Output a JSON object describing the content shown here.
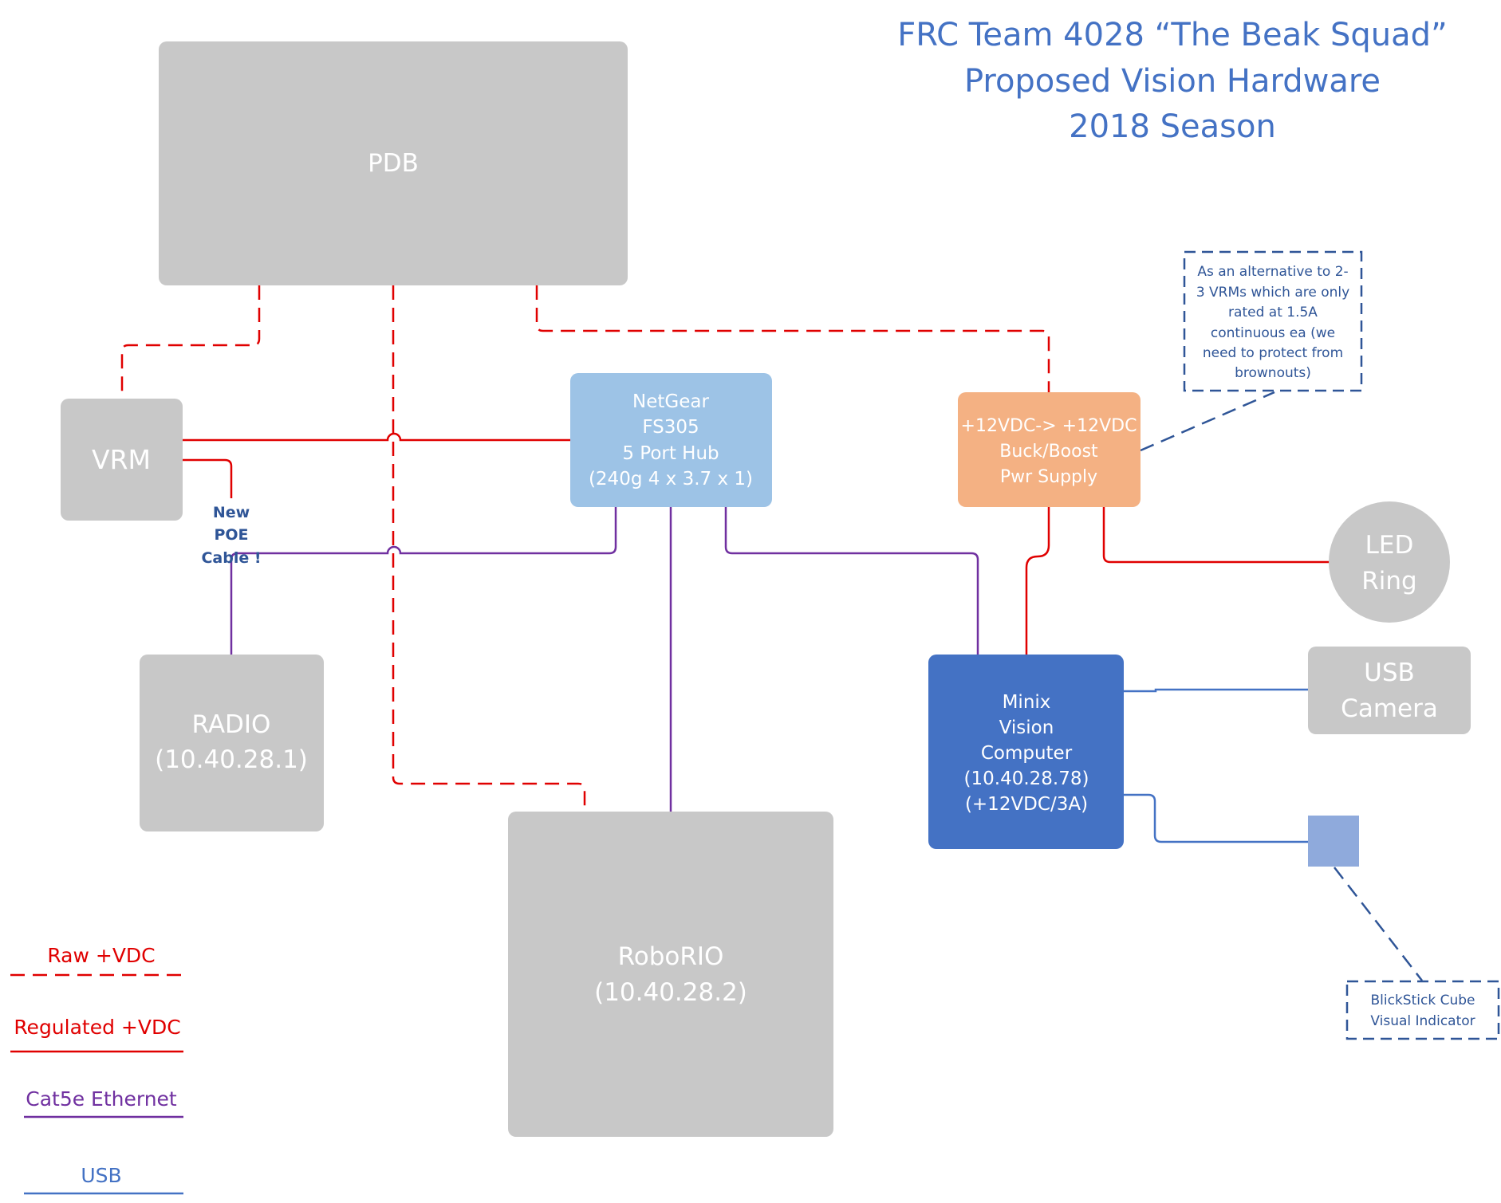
{
  "title": {
    "line1": "FRC Team 4028 “The Beak Squad”",
    "line2": "Proposed Vision Hardware",
    "line3": "2018 Season"
  },
  "nodes": {
    "pdb": {
      "label": "PDB"
    },
    "vrm": {
      "label": "VRM"
    },
    "hub": {
      "line1": "NetGear",
      "line2": "FS305",
      "line3": "5 Port Hub",
      "line4": "(240g 4 x 3.7 x 1)"
    },
    "buck": {
      "line1": "+12VDC-> +12VDC",
      "line2": "Buck/Boost",
      "line3": "Pwr Supply"
    },
    "led": {
      "line1": "LED",
      "line2": "Ring"
    },
    "radio": {
      "line1": "RADIO",
      "line2": "(10.40.28.1)"
    },
    "minix": {
      "line1": "Minix",
      "line2": "Vision",
      "line3": "Computer",
      "line4": "(10.40.28.78)",
      "line5": "(+12VDC/3A)"
    },
    "usb_camera": {
      "line1": "USB",
      "line2": "Camera"
    },
    "roborio": {
      "line1": "RoboRIO",
      "line2": "(10.40.28.2)"
    }
  },
  "notes": {
    "vrm_alternative": {
      "line1": "As an alternative to 2-",
      "line2": "3 VRMs which are only",
      "line3": "rated at 1.5A",
      "line4": "continuous ea (we",
      "line5": "need to protect from",
      "line6": "brownouts)"
    },
    "blickstick": {
      "line1": "BlickStick Cube",
      "line2": "Visual Indicator"
    },
    "poe": {
      "line1": "New",
      "line2": "POE",
      "line3": "Cable !"
    }
  },
  "legend": {
    "raw": "Raw +VDC",
    "regulated": "Regulated +VDC",
    "ethernet": "Cat5e Ethernet",
    "usb": "USB"
  },
  "colors": {
    "raw_power": "#E00000",
    "regulated_power": "#E00000",
    "ethernet": "#7030A0",
    "usb": "#4472C4",
    "device_gray": "#C8C8C8",
    "hub_blue": "#9DC3E6",
    "buck_orange": "#F4B183",
    "minix_blue": "#4472C4",
    "blickstick_blue": "#8FAADC",
    "title_blue": "#4472C4"
  }
}
